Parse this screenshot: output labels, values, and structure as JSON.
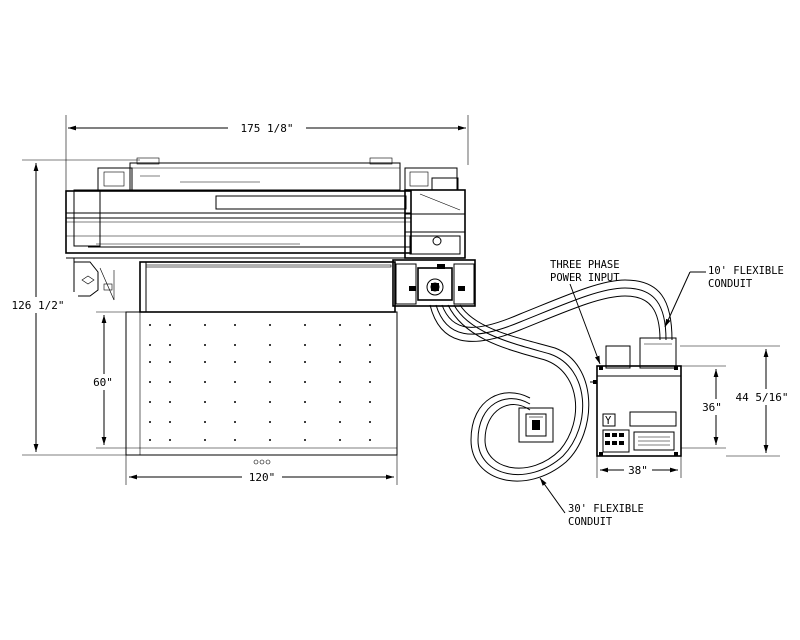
{
  "dimensions": {
    "overall_width": "175 1/8\"",
    "overall_depth": "126 1/2\"",
    "table_width": "120\"",
    "table_depth": "60\"",
    "cabinet_width": "38\"",
    "cabinet_height": "36\"",
    "cabinet_overall_height": "44 5/16\""
  },
  "callouts": {
    "power_input_line1": "THREE PHASE",
    "power_input_line2": "POWER INPUT",
    "conduit10_line1": "10' FLEXIBLE",
    "conduit10_line2": "CONDUIT",
    "conduit30_line1": "30' FLEXIBLE",
    "conduit30_line2": "CONDUIT"
  }
}
